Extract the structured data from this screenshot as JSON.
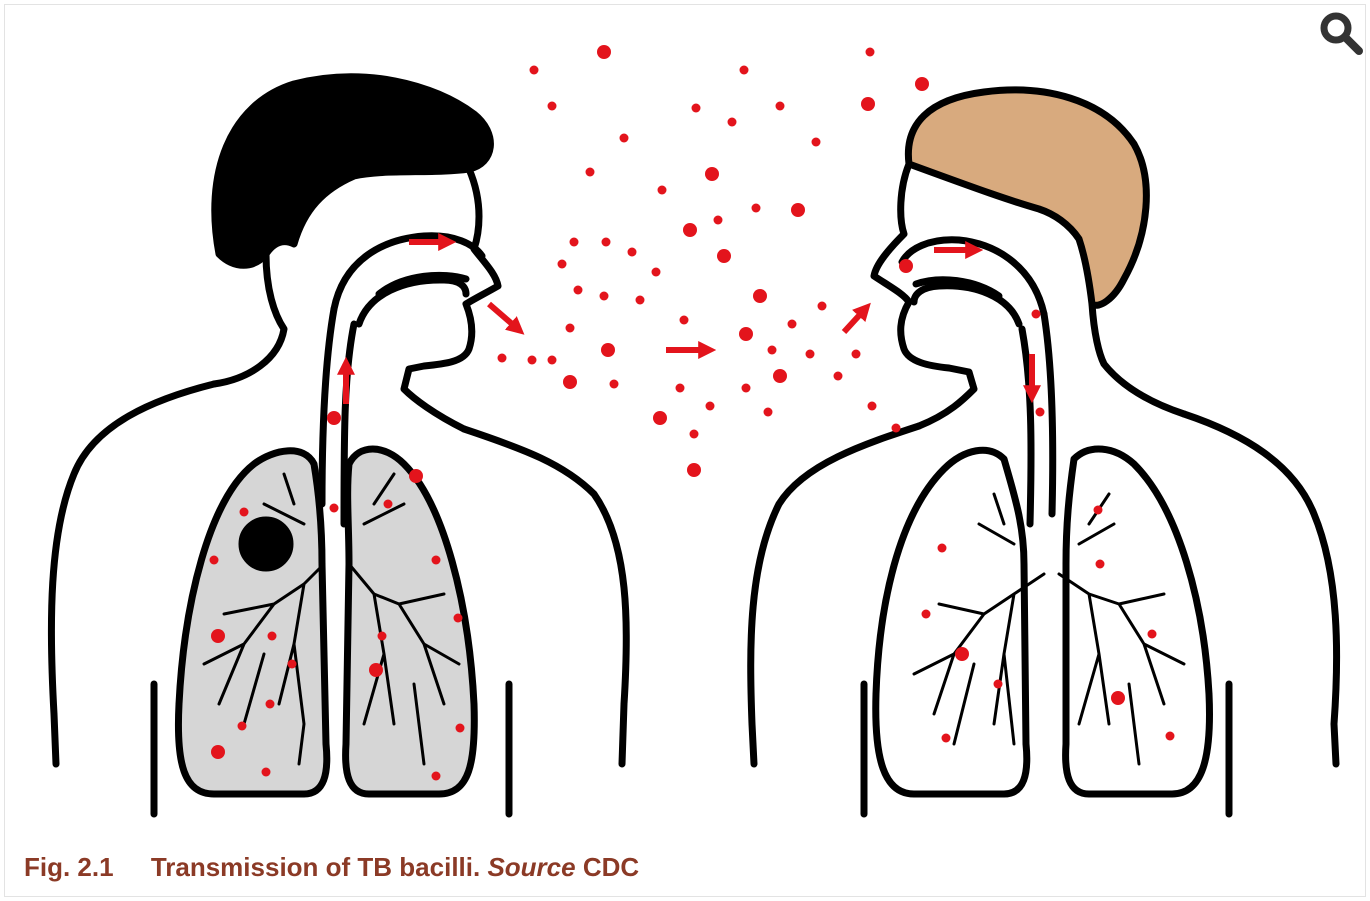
{
  "figure": {
    "number": "Fig. 2.1",
    "caption": "Transmission of TB bacilli.",
    "source_label": "Source",
    "source": "CDC"
  },
  "toolbar": {
    "zoom_icon": "magnifier-icon"
  },
  "colors": {
    "caption": "#8b3a26",
    "outline": "#000000",
    "droplet": "#e3141c",
    "hair_right": "#d8aa7e",
    "lung_fill_left": "#d6d6d6"
  }
}
